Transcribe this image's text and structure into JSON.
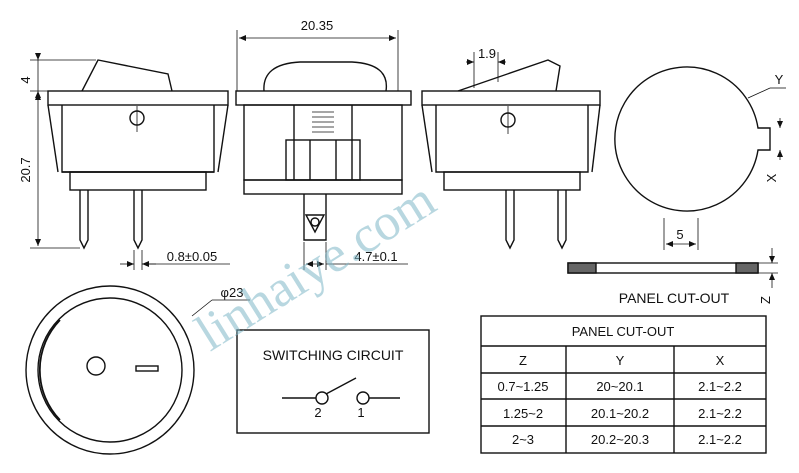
{
  "dimensions": {
    "top_width": "20.35",
    "cap_height": "4",
    "body_height": "20.7",
    "offset": "1.9",
    "pin_width": "0.8±0.05",
    "tab_width": "4.7±0.1",
    "diameter": "φ23",
    "y_label": "Y",
    "x_label": "X",
    "z_label": "Z",
    "notch_width": "5"
  },
  "labels": {
    "panel_cutout": "PANEL CUT-OUT",
    "switching_circuit": "SWITCHING CIRCUIT",
    "terminal_2": "2",
    "terminal_1": "1"
  },
  "watermark": "linhaiye.com",
  "table": {
    "title": "PANEL CUT-OUT",
    "headers": [
      "Z",
      "Y",
      "X"
    ],
    "rows": [
      [
        "0.7~1.25",
        "20~20.1",
        "2.1~2.2"
      ],
      [
        "1.25~2",
        "20.1~20.2",
        "2.1~2.2"
      ],
      [
        "2~3",
        "20.2~20.3",
        "2.1~2.2"
      ]
    ]
  }
}
